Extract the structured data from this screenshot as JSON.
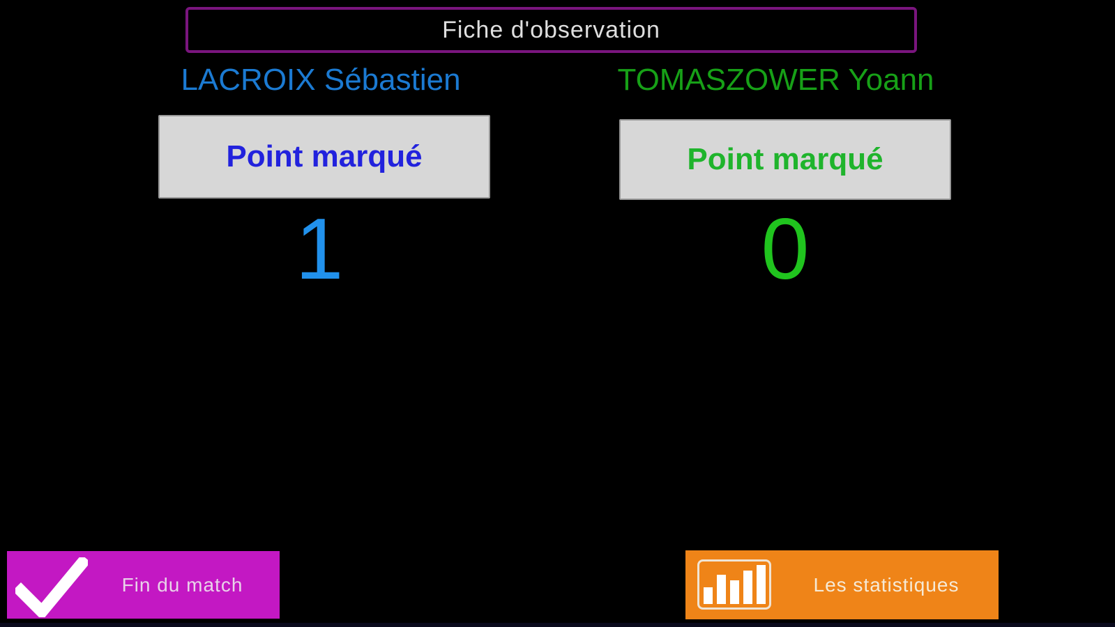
{
  "window": {
    "title": "Fiche d'observation"
  },
  "players": [
    {
      "name": "LACROIX Sébastien",
      "name_color": "#1b7ad2",
      "point_button_label": "Point marqué",
      "point_button_text_color": "#2222dd",
      "score": "1",
      "score_color": "#2191ec"
    },
    {
      "name": "TOMASZOWER Yoann",
      "name_color": "#17a017",
      "point_button_label": "Point marqué",
      "point_button_text_color": "#1fb42c",
      "score": "0",
      "score_color": "#20c41e"
    }
  ],
  "footer": {
    "end_match_button": {
      "label": "Fin du match",
      "background": "#c318c3",
      "icon": "checkmark-icon"
    },
    "statistics_button": {
      "label": "Les statistiques",
      "background": "#ef8418",
      "icon": "bar-chart-icon"
    }
  },
  "colors": {
    "background": "#000000",
    "title_border": "#7a157e",
    "title_text": "#dfdfdf",
    "point_button_background": "#d7d7d7"
  }
}
